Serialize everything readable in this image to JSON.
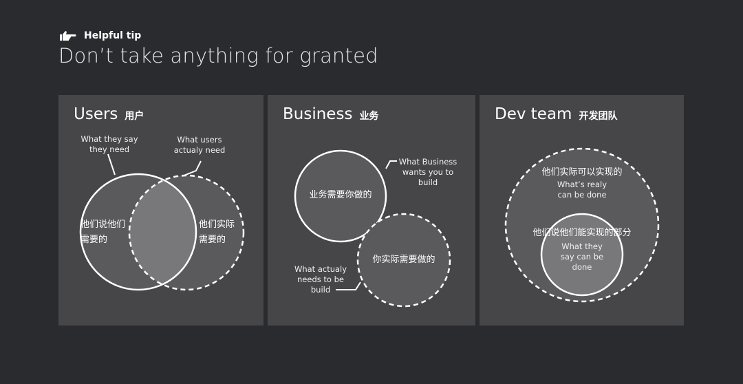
{
  "tip": {
    "icon": "pointing-hand-icon",
    "label": "Helpful tip",
    "title": "Don’t take anything for granted"
  },
  "panels": {
    "users": {
      "title": "Users",
      "subtitle": "用户",
      "label_say": "What they say\nthey need",
      "label_need": "What users\nactualy need",
      "circle_say_text": "他们说他们\n需要的",
      "circle_need_text": "他们实际\n需要的"
    },
    "business": {
      "title": "Business",
      "subtitle": "业务",
      "label_wants": "What Business\nwants you to\nbuild",
      "label_actual": "What actualy\nneeds to be\nbuild",
      "circle_wants_text": "业务需要你做的",
      "circle_actual_text": "你实际需要做的"
    },
    "dev": {
      "title": "Dev team",
      "subtitle": "开发团队",
      "outer_cn": "他们实际可以实现的",
      "outer_en": "What’s realy\ncan be done",
      "inner_cn": "他们说他们能实现的部分",
      "inner_en": "What they\nsay can be\ndone"
    }
  },
  "colors": {
    "background": "#2a2b2f",
    "panel": "#464649",
    "circle_fill": "#5a5a5d",
    "overlap_fill": "#78787b",
    "stroke": "#ffffff"
  }
}
